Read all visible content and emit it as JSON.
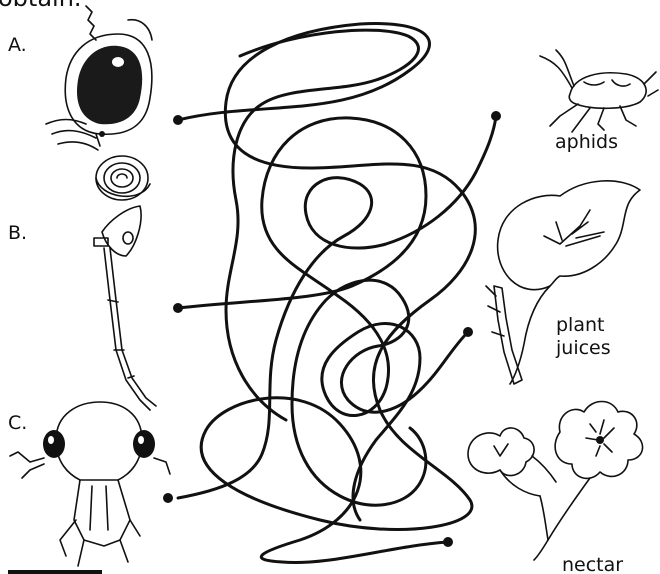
{
  "heading": "obtain.",
  "left_labels": [
    "A.",
    "B.",
    "C."
  ],
  "right_labels": {
    "aphids": "aphids",
    "plant": "plant",
    "juices": "juices",
    "nectar": "nectar"
  },
  "icons": {
    "a": "piercing-mouthpart-icon",
    "b": "sucking-beak-icon",
    "c": "chewing-insect-head-icon",
    "aphid": "aphid-icon",
    "leaf": "leaf-stem-icon",
    "flower": "flower-icon"
  }
}
